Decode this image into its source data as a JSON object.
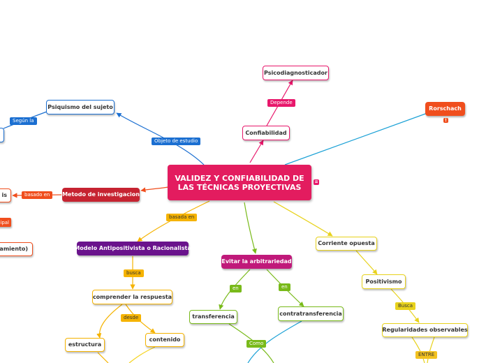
{
  "central": {
    "title": "VALIDEZ Y CONFIABILIDAD DE LAS TÉCNICAS PROYECTIVAS",
    "marker_icon": "notes-icon"
  },
  "nodes": {
    "psicodiagnosticador": "Psicodiagnosticador",
    "confiabilidad": "Confiabilidad",
    "rorschach": "Rorschach",
    "psiquismo": "Psiquismo del sujeto",
    "metodo": "Metodo de investigacion",
    "modelo": "Modelo Antipositivista o Racionalista",
    "evitar": "Evitar la arbitrariedad",
    "corriente": "Corriente opuesta",
    "comprender": "comprender la respuesta",
    "estructura": "estructura",
    "contenido": "contenido",
    "transferencia": "transferencia",
    "contratransferencia": "contratransferencia",
    "positivismo": "Positivismo",
    "regularidades": "Regularidades observables",
    "left_partial_1": "is",
    "left_partial_2": "ipal",
    "left_partial_3": "zamiento)"
  },
  "labels": {
    "depende": "Depende",
    "objeto": "Objeto de estudio",
    "segun": "Según la",
    "basado": "basado en",
    "basada": "basada en",
    "busca1": "busca",
    "desde": "desde",
    "en1": "en",
    "en2": "en",
    "como": "Como",
    "busca2": "Busca",
    "entre": "ENTRE"
  },
  "rorschach_marker": "!",
  "colors": {
    "central": "#e31c5f",
    "pink": "#e8176b",
    "blue": "#1b6fd1",
    "orange_red": "#f04e1d",
    "crimson": "#c62331",
    "purple": "#6a138c",
    "yellow": "#f5b300",
    "green": "#79ba1a",
    "light_yellow": "#e8d21c",
    "cyan": "#1ba1d6",
    "magenta": "#c0197a",
    "gold": "#f3c220"
  }
}
